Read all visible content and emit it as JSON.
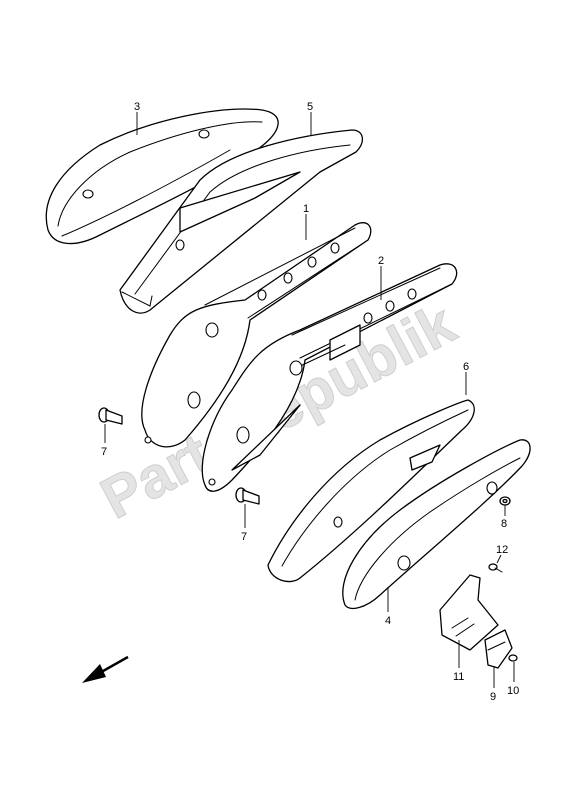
{
  "watermark": "PartsRepublik",
  "callouts": {
    "c1": "1",
    "c2": "2",
    "c3": "3",
    "c4": "4",
    "c5": "5",
    "c6": "6",
    "c7a": "7",
    "c7b": "7",
    "c8": "8",
    "c9": "9",
    "c10": "10",
    "c11": "11",
    "c12": "12"
  },
  "icons": {
    "direction": "front-arrow-icon"
  }
}
